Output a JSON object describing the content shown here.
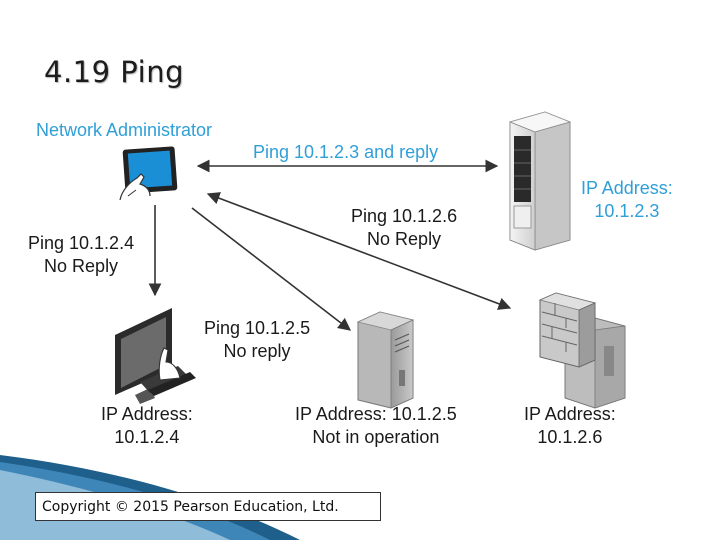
{
  "title": "4.19 Ping",
  "admin_label": "Network Administrator",
  "links": {
    "to_server": "Ping 10.1.2.3 and reply",
    "to_firewall": [
      "Ping 10.1.2.6",
      "No Reply"
    ],
    "to_pc": [
      "Ping 10.1.2.4",
      "No Reply"
    ],
    "to_tower": [
      "Ping 10.1.2.5",
      "No reply"
    ]
  },
  "nodes": {
    "server": [
      "IP Address:",
      "10.1.2.3"
    ],
    "pc": [
      "IP Address:",
      "10.1.2.4"
    ],
    "tower": [
      "IP Address: 10.1.2.5",
      "Not in operation"
    ],
    "firewall": [
      "IP Address:",
      "10.1.2.6"
    ]
  },
  "copyright": "Copyright © 2015 Pearson Education, Ltd.",
  "colors": {
    "label_blue": "#2f9fd8",
    "arrow": "#333333",
    "screen_blue": "#1a8fd6"
  }
}
